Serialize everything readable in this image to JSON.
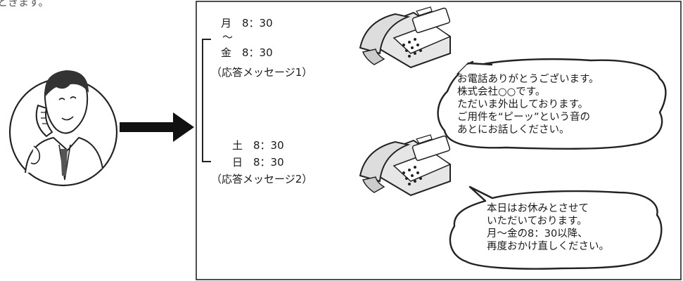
{
  "header_fragment": "ときます。",
  "schedule_1": {
    "start": "月　8：30",
    "tilde": "〜",
    "end": "金　8：30",
    "message": "（応答メッセージ1）"
  },
  "schedule_2": {
    "start": "土　8：30",
    "end": "日　8：30",
    "message": "（応答メッセージ2）"
  },
  "bubble_1": {
    "lines": [
      "お電話ありがとうございます。",
      "株式会社○○です。",
      "ただいま外出しております。",
      "ご用件を“ピーッ”という音の",
      "あとにお話しください。"
    ]
  },
  "bubble_2": {
    "lines": [
      "本日はお休みとさせて",
      "いただいております。",
      "月〜金の8：30以降、",
      "再度おかけ直しください。"
    ]
  }
}
